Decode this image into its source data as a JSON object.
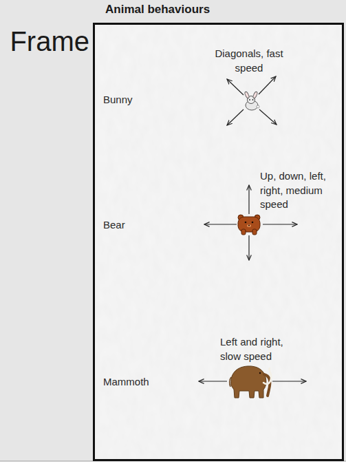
{
  "diagram": {
    "title": "Animal behaviours",
    "nodes": [
      {
        "text": [
          "Frame"
        ]
      }
    ],
    "labels": [
      "Diagonals, fast speed",
      "Bunny",
      "Up, down, left, right, medium speed",
      "Bear",
      "Left and right, slow speed",
      "Mammoth"
    ]
  }
}
